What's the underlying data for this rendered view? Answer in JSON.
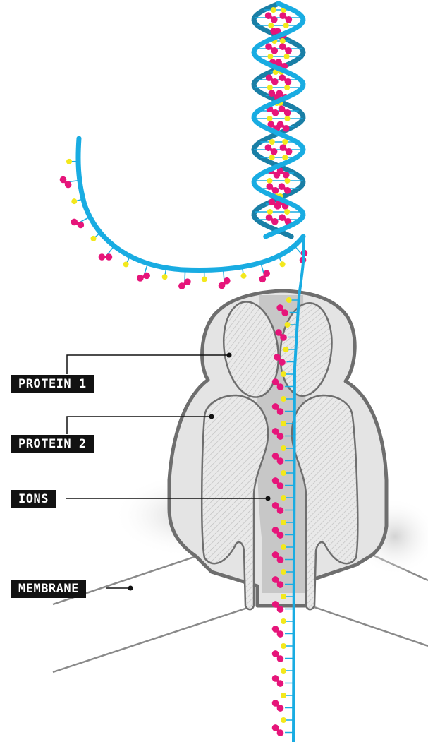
{
  "labels": {
    "protein1": "PROTEIN 1",
    "protein2": "PROTEIN 2",
    "ions": "IONS",
    "membrane": "MEMBRANE"
  },
  "colors": {
    "strand": "#19ace2",
    "helix_dark": "#1a7fa6",
    "base_magenta": "#e6157a",
    "base_yellow": "#f3e81c",
    "protein_outline": "#6e6e6e",
    "protein_fill": "#e4e4e4",
    "channel": "#c7c7c7",
    "membrane_line": "#8a8a8a",
    "label_bg": "#121212",
    "label_text": "#ffffff"
  }
}
